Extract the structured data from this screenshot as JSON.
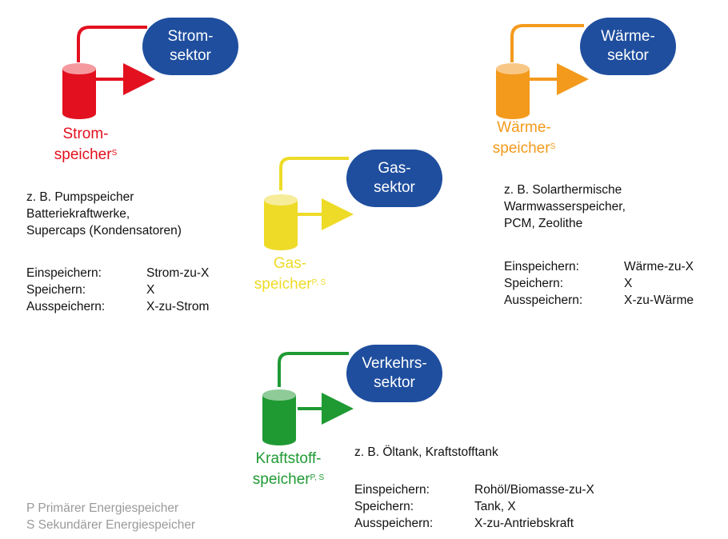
{
  "colors": {
    "sektor": "#1f4e9e",
    "strom": "#e3101f",
    "waerme": "#f39a1c",
    "gas": "#eedb27",
    "kraftstoff": "#1f9a33",
    "legend": "#9a9a9a"
  },
  "strom": {
    "sektor": [
      "Strom-",
      "sektor"
    ],
    "speicher_line1": "Strom-",
    "speicher_line2": "speicher",
    "sup": "S",
    "examples": [
      "z. B. Pumpspeicher",
      "Batteriekraftwerke,",
      "Supercaps (Kondensatoren)"
    ],
    "rows": [
      [
        "Einspeichern:",
        "Strom-zu-X"
      ],
      [
        "Speichern:",
        "X"
      ],
      [
        "Ausspeichern:",
        "X-zu-Strom"
      ]
    ]
  },
  "waerme": {
    "sektor": [
      "Wärme-",
      "sektor"
    ],
    "speicher_line1": "Wärme-",
    "speicher_line2": "speicher",
    "sup": "S",
    "examples": [
      "z. B. Solarthermische",
      "Warmwasserspeicher,",
      "PCM, Zeolithe"
    ],
    "rows": [
      [
        "Einspeichern:",
        "Wärme-zu-X"
      ],
      [
        "Speichern:",
        "X"
      ],
      [
        "Ausspeichern:",
        "X-zu-Wärme"
      ]
    ]
  },
  "gas": {
    "sektor": [
      "Gas-",
      "sektor"
    ],
    "speicher_line1": "Gas-",
    "speicher_line2": "speicher",
    "sup": "P, S"
  },
  "kraftstoff": {
    "sektor": [
      "Verkehrs-",
      "sektor"
    ],
    "speicher_line1": "Kraftstoff-",
    "speicher_line2": "speicher",
    "sup": "P, S",
    "examples": [
      "z. B. Öltank, Kraftstofftank"
    ],
    "rows": [
      [
        "Einspeichern:",
        "Rohöl/Biomasse-zu-X"
      ],
      [
        "Speichern:",
        "Tank, X"
      ],
      [
        "Ausspeichern:",
        "X-zu-Antriebskraft"
      ]
    ]
  },
  "legend": [
    "P Primärer Energiespeicher",
    "S Sekundärer Energiespeicher"
  ]
}
